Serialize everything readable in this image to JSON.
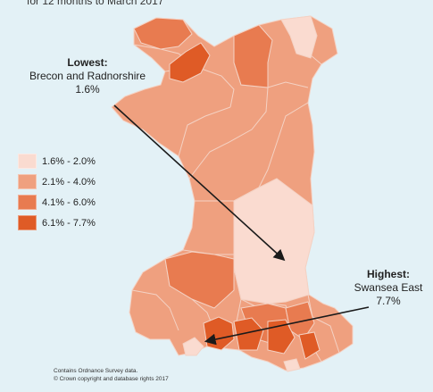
{
  "title": "for 12 months to March 2017",
  "callouts": {
    "lowest": {
      "heading": "Lowest:",
      "area": "Brecon and Radnorshire",
      "value": "1.6%"
    },
    "highest": {
      "heading": "Highest:",
      "area": "Swansea East",
      "value": "7.7%"
    }
  },
  "legend": [
    {
      "label": "1.6% - 2.0%",
      "color": "#fadbd0"
    },
    {
      "label": "2.1% - 4.0%",
      "color": "#efa07f"
    },
    {
      "label": "4.1% - 6.0%",
      "color": "#e87b50"
    },
    {
      "label": "6.1% - 7.7%",
      "color": "#df5b26"
    }
  ],
  "credits": {
    "line1": "Contains Ordnance Survey data.",
    "line2": "© Crown copyright and database rights 2017"
  },
  "colors": {
    "background": "#e3f1f6",
    "borders": "#f4d2c4",
    "arrow": "#1a1a1a"
  }
}
